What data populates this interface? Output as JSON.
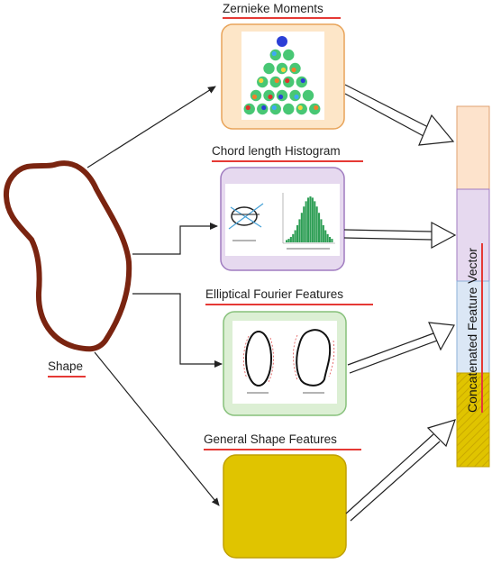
{
  "labels": {
    "shape": "Shape",
    "zernike": "Zernieke Moments",
    "chord": "Chord length Histogram",
    "elliptical": "Elliptical Fourier Features",
    "general": "General Shape Features",
    "vector": "Concatenated Feature Vector"
  },
  "colors": {
    "shape_outline": "#7a2410",
    "zernike_fill": "#fde6c8",
    "zernike_stroke": "#e8a45a",
    "chord_fill": "#e6d9ef",
    "chord_stroke": "#a07cc0",
    "elliptical_fill": "#dcefd4",
    "elliptical_stroke": "#86c07a",
    "general_fill": "#e0c400",
    "general_stroke": "#c0a000",
    "vector_orange": "#fde3cc",
    "vector_purple": "#e6d9ef",
    "vector_blue": "#dbe7f5",
    "vector_yellow": "#e0c400",
    "underline": "#e53935",
    "histogram": "#2e9e55"
  }
}
